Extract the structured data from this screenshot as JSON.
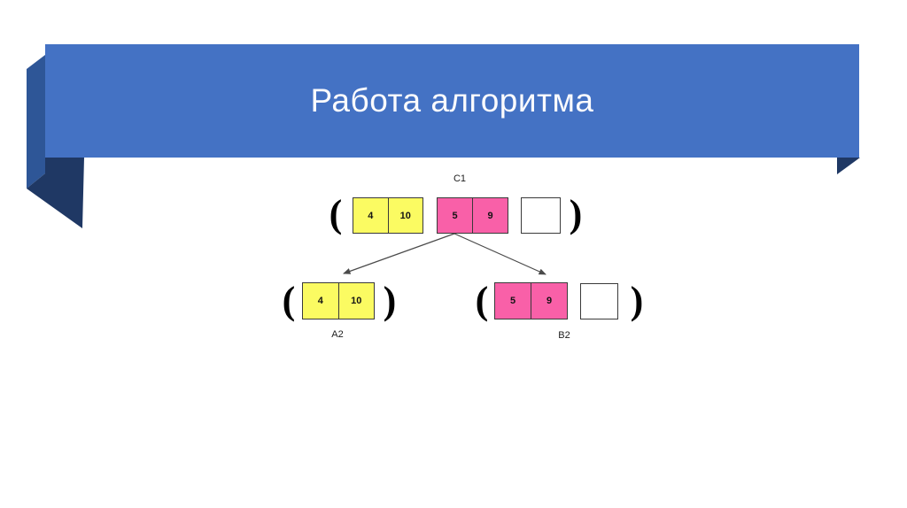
{
  "slide": {
    "title": "Работа алгоритма"
  },
  "ribbon_colors": {
    "banner": "#4472C4",
    "fold": "#2E5697",
    "dark_tail": "#1F3864",
    "title_text": "#FBFBFD"
  },
  "diagram": {
    "paren_open": "(",
    "paren_close": ")",
    "colors": {
      "yellow_cell": "#FBFB62",
      "pink_cell": "#F960A8",
      "cell_border": "#3A3A3A",
      "arrow": "#4A4A4A",
      "label_text": "#1C1C1C"
    },
    "top_group": {
      "label": "C1",
      "yellow": [
        "4",
        "10"
      ],
      "pink": [
        "5",
        "9"
      ]
    },
    "left_group": {
      "label": "A2",
      "yellow": [
        "4",
        "10"
      ]
    },
    "right_group": {
      "label": "B2",
      "pink": [
        "5",
        "9"
      ]
    }
  }
}
